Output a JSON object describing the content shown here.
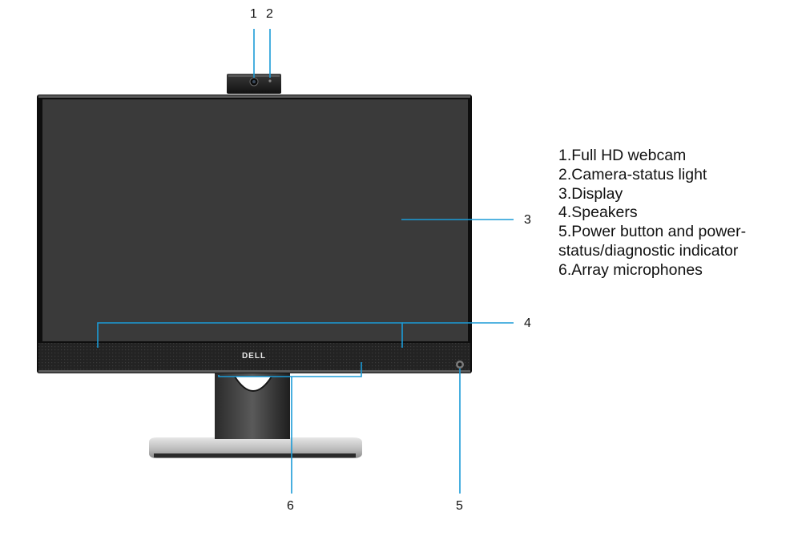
{
  "brand_logo": "DELL",
  "callouts": {
    "webcam": "1",
    "camera_light": "2",
    "display": "3",
    "speakers": "4",
    "power": "5",
    "microphones": "6"
  },
  "legend": {
    "items": [
      "1.Full HD webcam",
      "2.Camera-status light",
      "3.Display",
      "4.Speakers",
      "5.Power button and power-",
      "status/diagnostic indicator",
      "6.Array microphones"
    ]
  },
  "colors": {
    "callout_line": "#1b9bd7",
    "screen": "#3a3a3a",
    "bezel": "#0e0e0e",
    "speaker_bar": "#222222",
    "stand_base": "#c9c9c9"
  }
}
